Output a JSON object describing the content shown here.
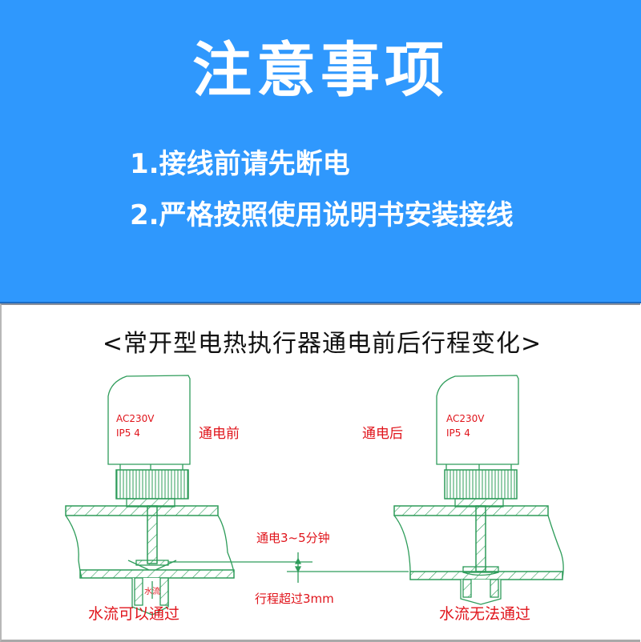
{
  "header": {
    "title": "注意事项",
    "notes": [
      "1.接线前请先断电",
      "2.严格按照使用说明书安装接线"
    ],
    "background_color": "#2f98fd"
  },
  "diagram": {
    "subtitle": "<常开型电热执行器通电前后行程变化>",
    "before": {
      "label": "通电前",
      "actuator_text_line1": "AC230V",
      "actuator_text_line2": "IP5 4",
      "flow_small_label": "水流",
      "result_label": "水流可以通过"
    },
    "after": {
      "label": "通电后",
      "actuator_text_line1": "AC230V",
      "actuator_text_line2": "IP5 4",
      "result_label": "水流无法通过"
    },
    "middle": {
      "time_label": "通电3~5分钟",
      "stroke_label": "行程超过3mm"
    },
    "line_color": "#2e9c5a",
    "text_color": "#e0141b"
  }
}
